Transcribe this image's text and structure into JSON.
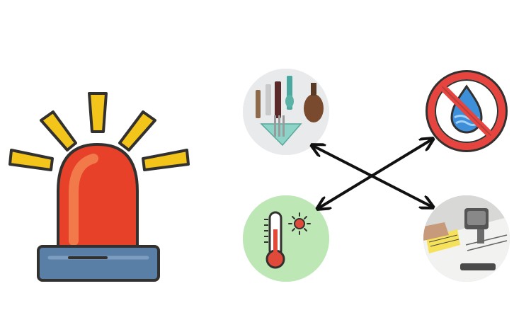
{
  "colors": {
    "background": "#ffffff",
    "siren_light": "#e8412a",
    "siren_highlight": "#f27a4a",
    "siren_base": "#5a7fa6",
    "siren_rays": "#f3c41a",
    "outline": "#33312f",
    "no_symbol_red": "#e6453f",
    "water_drop": "#3d8fd9",
    "thermo_bg": "#bde8b5",
    "thermo_red": "#e04a3a",
    "arrow": "#111111"
  },
  "icons": [
    "alarm-siren-icon",
    "sampling-kit-photo",
    "no-water-icon",
    "thermometer-sun-icon",
    "testing-machine-photo",
    "crossed-double-arrows"
  ]
}
